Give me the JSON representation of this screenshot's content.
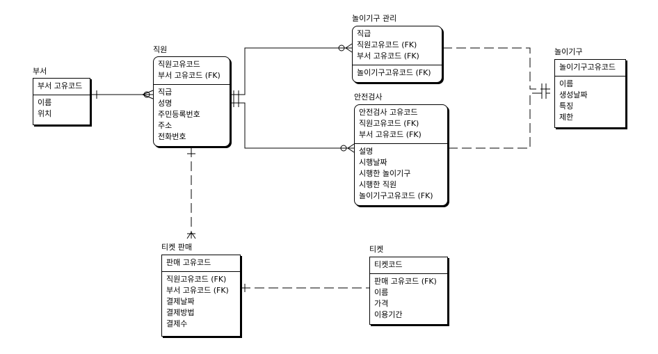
{
  "entities": {
    "dept": {
      "name": "부서",
      "key": [
        "부서 고유코드"
      ],
      "attrs": [
        "이름",
        "위치"
      ]
    },
    "staff": {
      "name": "직원",
      "key": [
        "직원고유코드",
        "부서 고유코드 (FK)"
      ],
      "attrs": [
        "직급",
        "성명",
        "주민등록번호",
        "주소",
        "전화번호"
      ]
    },
    "ride_mgmt": {
      "name": "놀이기구 관리",
      "key": [
        "직급",
        "직원고유코드 (FK)",
        "부서 고유코드 (FK)"
      ],
      "attrs": [
        "놀이기구고유코드 (FK)"
      ]
    },
    "ride": {
      "name": "놀이기구",
      "key": [
        "놀이기구고유코드"
      ],
      "attrs": [
        "이름",
        "생성날짜",
        "특징",
        "제한"
      ]
    },
    "safety": {
      "name": "안전검사",
      "key": [
        "안전검사 고유코드",
        "직원고유코드 (FK)",
        "부서 고유코드 (FK)"
      ],
      "attrs": [
        "설명",
        "시행날짜",
        "시행한 놀이기구",
        "시행한 직원",
        "놀이기구고유코드 (FK)"
      ]
    },
    "ticket_sale": {
      "name": "티켓 판매",
      "key": [
        "판매 고유코드"
      ],
      "attrs": [
        "직원고유코드 (FK)",
        "부서 고유코드 (FK)",
        "결제날짜",
        "결제방법",
        "결제수"
      ]
    },
    "ticket": {
      "name": "티켓",
      "key": [
        "티켓코드"
      ],
      "attrs": [
        "판매 고유코드 (FK)",
        "이름",
        "가격",
        "이용기간"
      ]
    }
  }
}
